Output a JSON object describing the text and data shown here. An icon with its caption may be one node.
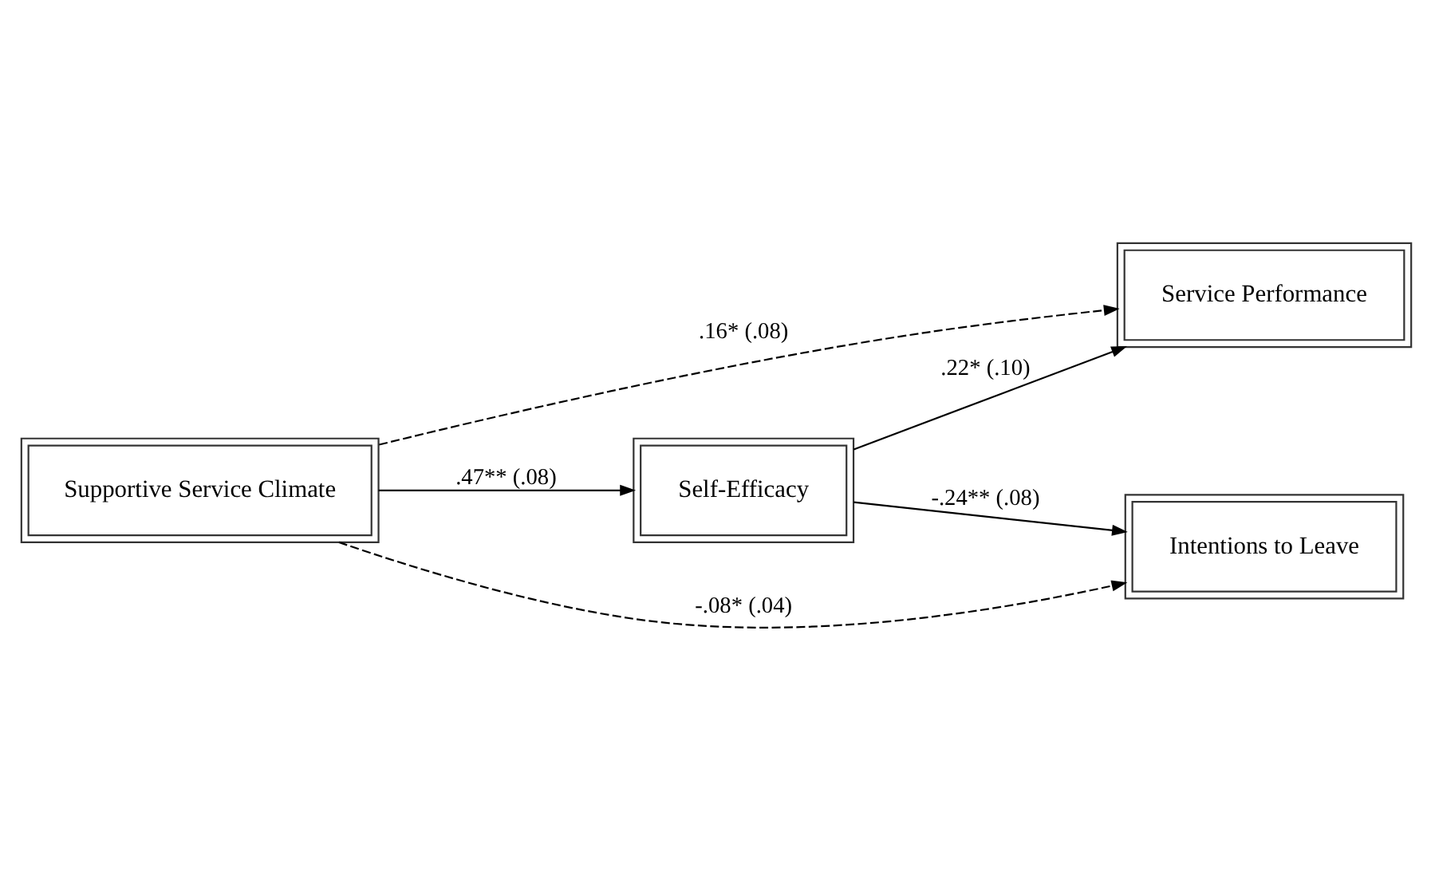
{
  "diagram": {
    "nodes": [
      {
        "text": [
          "Supportive Service Climate"
        ]
      },
      {
        "text": [
          "Self-Efficacy"
        ]
      },
      {
        "text": [
          "Service Performance"
        ]
      },
      {
        "text": [
          "Intentions to Leave"
        ]
      }
    ],
    "edges": [
      {
        "from": 0,
        "to": 2,
        "arrow": "to",
        "label": ".16* (.08)",
        "style": "dashed"
      },
      {
        "from": 0,
        "to": 1,
        "arrow": "to",
        "label": ".47** (.08)"
      },
      {
        "from": 1,
        "to": 2,
        "arrow": "to",
        "label": ".22* (.10)"
      },
      {
        "from": 1,
        "to": 3,
        "arrow": "to",
        "label": "-.24** (.08)"
      },
      {
        "from": 0,
        "to": 3,
        "arrow": "to",
        "label": "-.08* (.04)",
        "style": "dashed"
      }
    ]
  }
}
